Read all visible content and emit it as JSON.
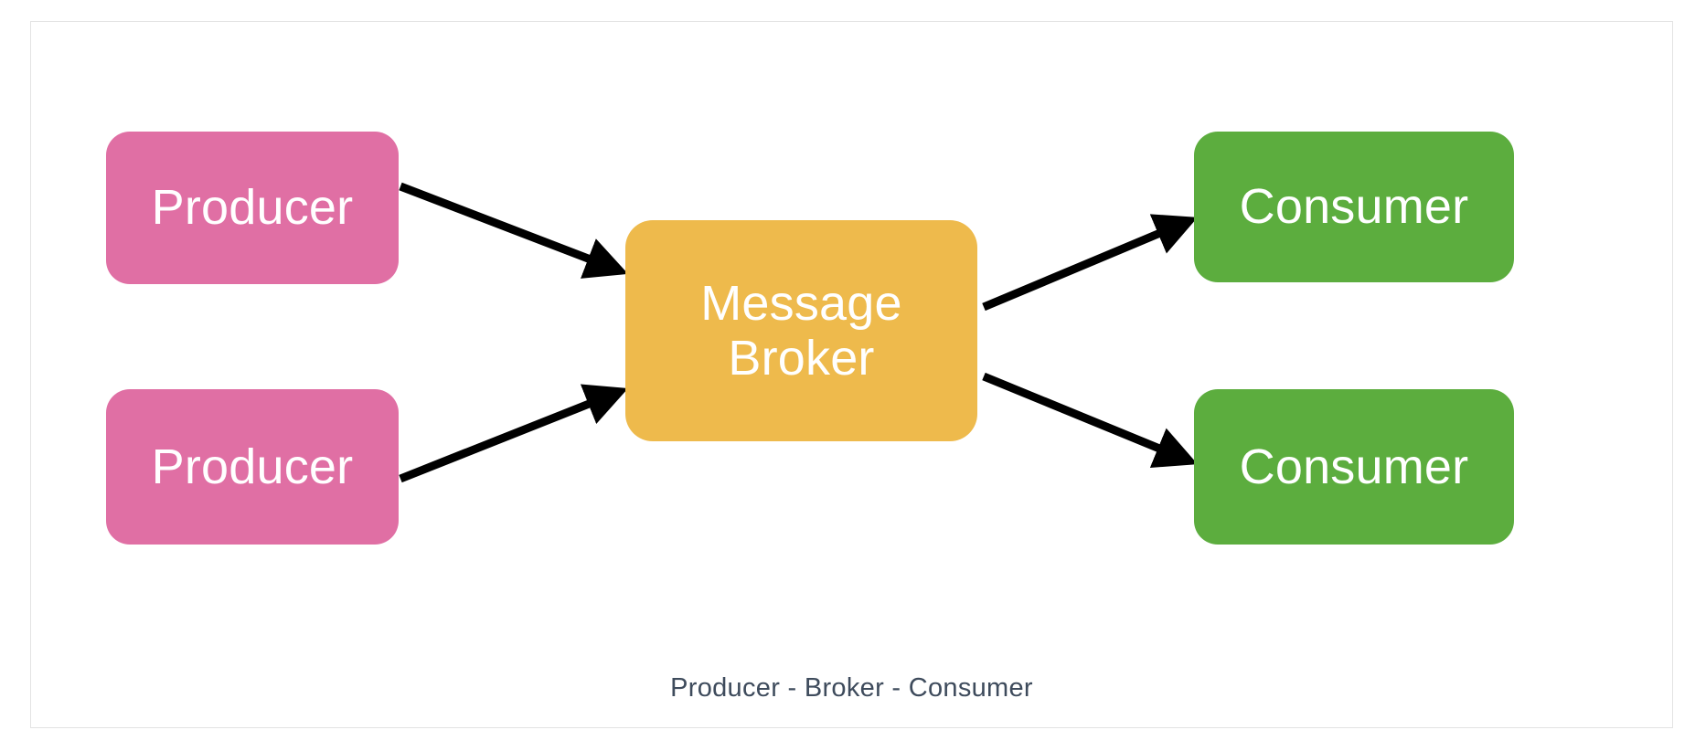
{
  "diagram": {
    "caption": "Producer - Broker - Consumer",
    "background_color": "#ffffff",
    "border_color": "#e3e3e3",
    "caption_color": "#3e4b5c",
    "nodes": [
      {
        "id": "producer-1",
        "label": "Producer",
        "role": "producer",
        "color": "#e06fa4",
        "text_color": "#ffffff"
      },
      {
        "id": "producer-2",
        "label": "Producer",
        "role": "producer",
        "color": "#e06fa4",
        "text_color": "#ffffff"
      },
      {
        "id": "broker",
        "label": "Message\nBroker",
        "role": "broker",
        "color": "#eeba4c",
        "text_color": "#ffffff"
      },
      {
        "id": "consumer-1",
        "label": "Consumer",
        "role": "consumer",
        "color": "#5cad3e",
        "text_color": "#ffffff"
      },
      {
        "id": "consumer-2",
        "label": "Consumer",
        "role": "consumer",
        "color": "#5cad3e",
        "text_color": "#ffffff"
      }
    ],
    "edges": [
      {
        "id": "edge-producer1-broker",
        "from": "producer-1",
        "to": "broker",
        "color": "#000000"
      },
      {
        "id": "edge-producer2-broker",
        "from": "producer-2",
        "to": "broker",
        "color": "#000000"
      },
      {
        "id": "edge-broker-consumer1",
        "from": "broker",
        "to": "consumer-1",
        "color": "#000000"
      },
      {
        "id": "edge-broker-consumer2",
        "from": "broker",
        "to": "consumer-2",
        "color": "#000000"
      }
    ]
  }
}
